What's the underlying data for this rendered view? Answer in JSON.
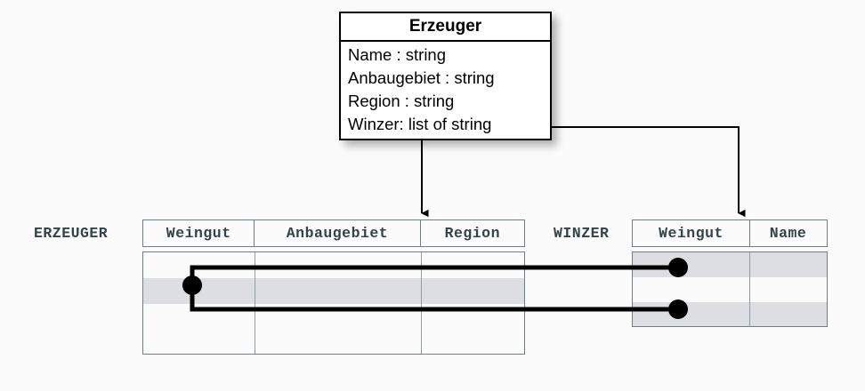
{
  "diagram": {
    "title_hidden": "",
    "uml_class": {
      "name": "Erzeuger",
      "attributes": [
        "Name : string",
        "Anbaugebiet : string",
        "Region : string",
        "Winzer: list of string"
      ]
    },
    "tables": [
      {
        "label": "ERZEUGER",
        "columns": [
          "Weingut",
          "Anbaugebiet",
          "Region"
        ],
        "row_count": 4,
        "shaded_rows": [
          2
        ],
        "rows": [
          [
            "",
            "",
            ""
          ],
          [
            "",
            "",
            ""
          ],
          [
            "",
            "",
            ""
          ],
          [
            "",
            "",
            ""
          ]
        ]
      },
      {
        "label": "WINZER",
        "columns": [
          "Weingut",
          "Name"
        ],
        "row_count": 3,
        "shaded_rows": [
          1,
          3
        ],
        "rows": [
          [
            "",
            ""
          ],
          [
            "",
            ""
          ],
          [
            "",
            ""
          ]
        ]
      }
    ],
    "connectors": {
      "mapping_note": "Winzer list attribute maps to WINZER table rows",
      "erzeuger_anchor_row": 2,
      "winzer_anchor_rows": [
        1,
        3
      ]
    },
    "colors": {
      "box_border": "#000000",
      "box_fill": "#ffffff",
      "table_border": "#6b7f85",
      "table_label": "#31444a",
      "row_shade": "#dcdee3",
      "connector": "#000000",
      "background": "#fbfbfb"
    }
  }
}
